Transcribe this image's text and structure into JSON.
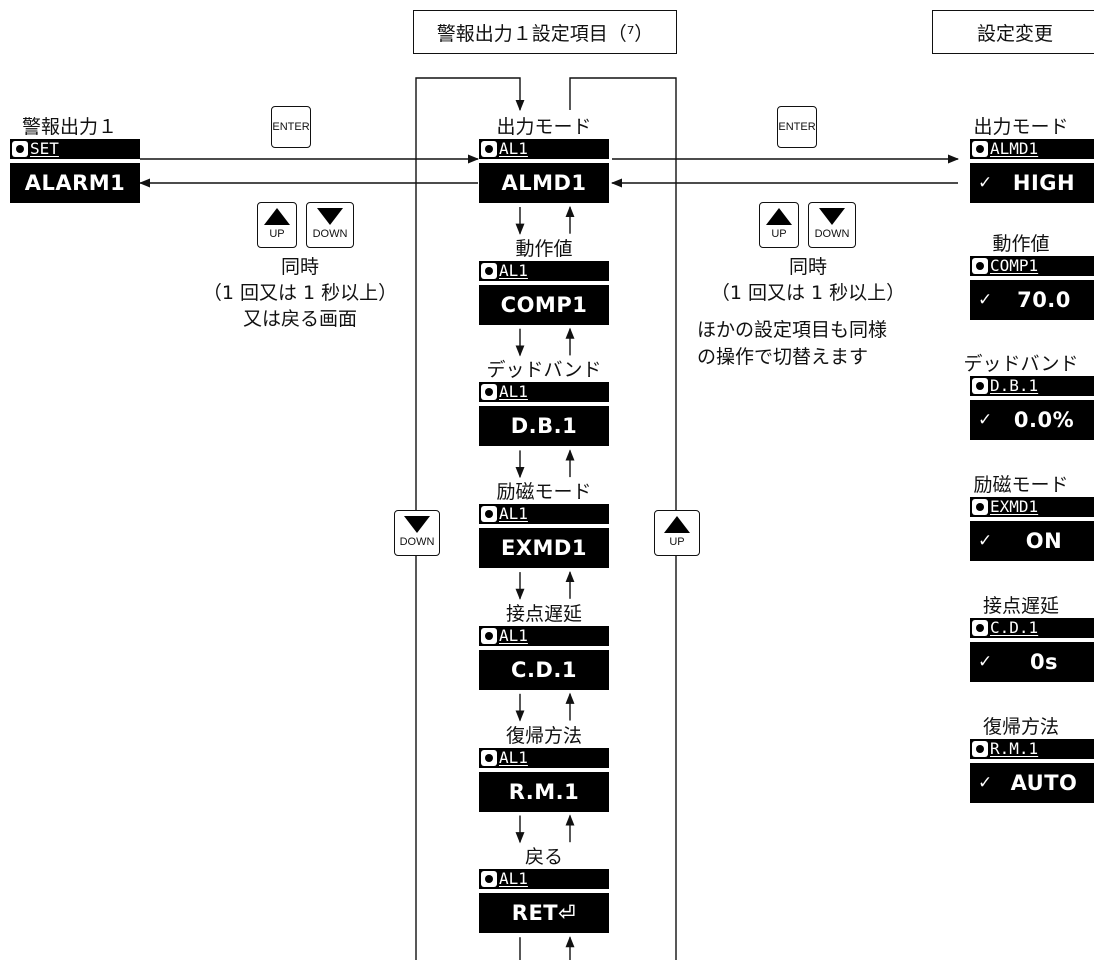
{
  "title_box": "警報出力１設定項目（⁷）",
  "change_box": "設定変更",
  "enter_key": "ENTER",
  "up_key": "UP",
  "down_key": "DOWN",
  "left": {
    "label": "警報出力１",
    "top": "SET",
    "main": "ALARM1",
    "note": [
      "同時",
      "（1 回又は 1 秒以上）",
      "又は戻る画面"
    ]
  },
  "middle": [
    {
      "label": "出力モード",
      "top": "AL1",
      "main": "ALMD1"
    },
    {
      "label": "動作値",
      "top": "AL1",
      "main": "COMP1"
    },
    {
      "label": "デッドバンド",
      "top": "AL1",
      "main": "D.B.1"
    },
    {
      "label": "励磁モード",
      "top": "AL1",
      "main": "EXMD1"
    },
    {
      "label": "接点遅延",
      "top": "AL1",
      "main": "C.D.1"
    },
    {
      "label": "復帰方法",
      "top": "AL1",
      "main": "R.M.1"
    },
    {
      "label": "戻る",
      "top": "AL1",
      "main": "RET⏎"
    }
  ],
  "middle_note": [
    "同時",
    "（1 回又は 1 秒以上）",
    "ほかの設定項目も同様",
    "の操作で切替えます"
  ],
  "right": [
    {
      "label": "出力モード",
      "top": "ALMD1",
      "check": "✓",
      "main": "HIGH"
    },
    {
      "label": "動作値",
      "top": "COMP1",
      "check": "✓",
      "main": "70.0"
    },
    {
      "label": "デッドバンド",
      "top": "D.B.1",
      "check": "✓",
      "main": "0.0%"
    },
    {
      "label": "励磁モード",
      "top": "EXMD1",
      "check": "✓",
      "main": "ON"
    },
    {
      "label": "接点遅延",
      "top": "C.D.1",
      "check": "✓",
      "main": "0s"
    },
    {
      "label": "復帰方法",
      "top": "R.M.1",
      "check": "✓",
      "main": "AUTO"
    }
  ]
}
